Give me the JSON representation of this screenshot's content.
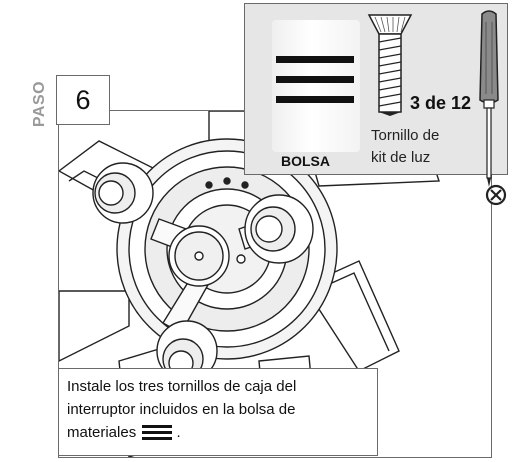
{
  "step": {
    "word": "PASO",
    "number": "6"
  },
  "parts_panel": {
    "bag_label": "BOLSA",
    "quantity": "3 de 12",
    "part_name_line1": "Tornillo de",
    "part_name_line2": "kit de luz",
    "bag_icon": "three-bars-icon",
    "tool_icon": "screwdriver-icon",
    "excluded_icon": "no-symbol-icon"
  },
  "instruction": {
    "line1": "Instale los tres tornillos de caja del",
    "line2": "interruptor incluidos en la bolsa de",
    "line3_prefix": "materiales",
    "line3_suffix": "."
  },
  "colors": {
    "panel_bg": "#e6e6e6",
    "step_word": "#9a9a9a",
    "outline": "#222222"
  }
}
